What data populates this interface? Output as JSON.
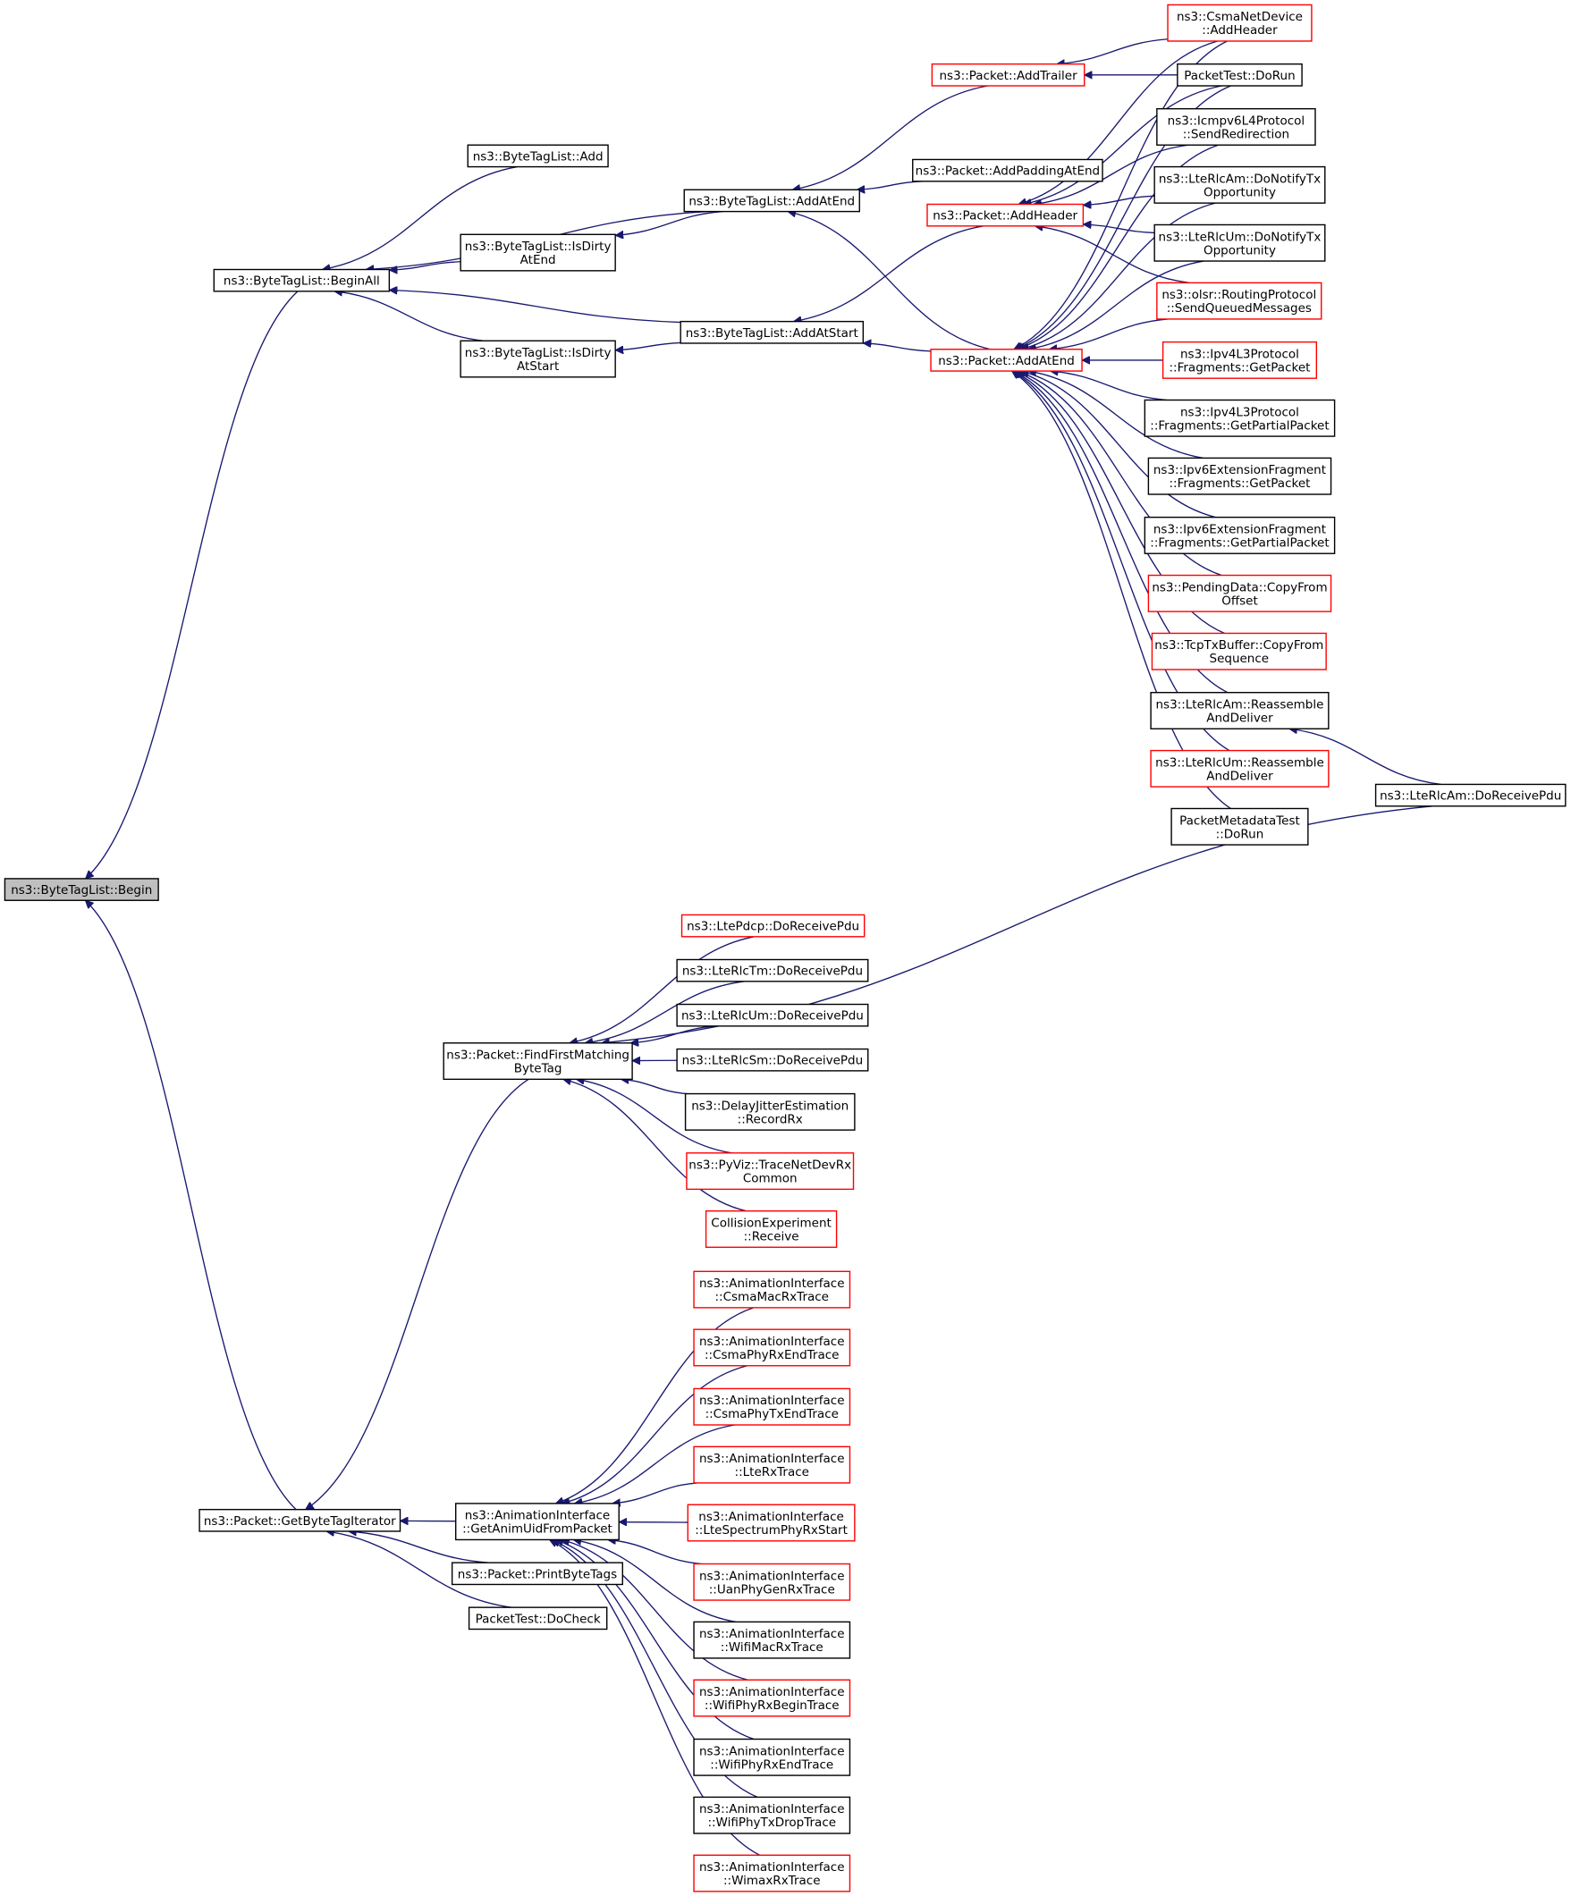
{
  "colors": {
    "edge": "#191970",
    "node_border_default": "#000000",
    "node_border_truncated": "#ff0000",
    "node_fill_focus": "#bfbfbf",
    "node_fill": "#ffffff"
  },
  "nodes": [
    {
      "id": "begin",
      "lines": [
        "ns3::ByteTagList::Begin"
      ],
      "style": "focus"
    },
    {
      "id": "beginall",
      "lines": [
        "ns3::ByteTagList::BeginAll"
      ],
      "style": "black"
    },
    {
      "id": "btl_add",
      "lines": [
        "ns3::ByteTagList::Add"
      ],
      "style": "black"
    },
    {
      "id": "isdirty_end",
      "lines": [
        "ns3::ByteTagList::IsDirty",
        "AtEnd"
      ],
      "style": "black"
    },
    {
      "id": "isdirty_start",
      "lines": [
        "ns3::ByteTagList::IsDirty",
        "AtStart"
      ],
      "style": "black"
    },
    {
      "id": "btl_addatend",
      "lines": [
        "ns3::ByteTagList::AddAtEnd"
      ],
      "style": "black"
    },
    {
      "id": "btl_addatstart",
      "lines": [
        "ns3::ByteTagList::AddAtStart"
      ],
      "style": "black"
    },
    {
      "id": "pkt_addtrailer",
      "lines": [
        "ns3::Packet::AddTrailer"
      ],
      "style": "red"
    },
    {
      "id": "pkt_addpadding",
      "lines": [
        "ns3::Packet::AddPaddingAtEnd"
      ],
      "style": "black"
    },
    {
      "id": "pkt_addheader",
      "lines": [
        "ns3::Packet::AddHeader"
      ],
      "style": "red"
    },
    {
      "id": "pkt_addatend",
      "lines": [
        "ns3::Packet::AddAtEnd"
      ],
      "style": "red"
    },
    {
      "id": "csma_addheader",
      "lines": [
        "ns3::CsmaNetDevice",
        "::AddHeader"
      ],
      "style": "red"
    },
    {
      "id": "packettest_dorun",
      "lines": [
        "PacketTest::DoRun"
      ],
      "style": "black"
    },
    {
      "id": "icmpv6",
      "lines": [
        "ns3::Icmpv6L4Protocol",
        "::SendRedirection"
      ],
      "style": "black"
    },
    {
      "id": "lterlcam_notify",
      "lines": [
        "ns3::LteRlcAm::DoNotifyTx",
        "Opportunity"
      ],
      "style": "black"
    },
    {
      "id": "lterlcum_notify",
      "lines": [
        "ns3::LteRlcUm::DoNotifyTx",
        "Opportunity"
      ],
      "style": "black"
    },
    {
      "id": "olsr",
      "lines": [
        "ns3::olsr::RoutingProtocol",
        "::SendQueuedMessages"
      ],
      "style": "red"
    },
    {
      "id": "ipv4_getpacket",
      "lines": [
        "ns3::Ipv4L3Protocol",
        "::Fragments::GetPacket"
      ],
      "style": "red"
    },
    {
      "id": "ipv4_getpartial",
      "lines": [
        "ns3::Ipv4L3Protocol",
        "::Fragments::GetPartialPacket"
      ],
      "style": "black"
    },
    {
      "id": "ipv6_getpacket",
      "lines": [
        "ns3::Ipv6ExtensionFragment",
        "::Fragments::GetPacket"
      ],
      "style": "black"
    },
    {
      "id": "ipv6_getpartial",
      "lines": [
        "ns3::Ipv6ExtensionFragment",
        "::Fragments::GetPartialPacket"
      ],
      "style": "black"
    },
    {
      "id": "pendingdata",
      "lines": [
        "ns3::PendingData::CopyFrom",
        "Offset"
      ],
      "style": "red"
    },
    {
      "id": "tcptxbuffer",
      "lines": [
        "ns3::TcpTxBuffer::CopyFrom",
        "Sequence"
      ],
      "style": "red"
    },
    {
      "id": "lterlcam_reasm",
      "lines": [
        "ns3::LteRlcAm::Reassemble",
        "AndDeliver"
      ],
      "style": "black"
    },
    {
      "id": "lterlcum_reasm",
      "lines": [
        "ns3::LteRlcUm::Reassemble",
        "AndDeliver"
      ],
      "style": "red"
    },
    {
      "id": "pktmeta_dorun",
      "lines": [
        "PacketMetadataTest",
        "::DoRun"
      ],
      "style": "black"
    },
    {
      "id": "lterlcam_dorecv",
      "lines": [
        "ns3::LteRlcAm::DoReceivePdu"
      ],
      "style": "black"
    },
    {
      "id": "findfirst",
      "lines": [
        "ns3::Packet::FindFirstMatching",
        "ByteTag"
      ],
      "style": "black"
    },
    {
      "id": "ltepdcp",
      "lines": [
        "ns3::LtePdcp::DoReceivePdu"
      ],
      "style": "red"
    },
    {
      "id": "lterlctm",
      "lines": [
        "ns3::LteRlcTm::DoReceivePdu"
      ],
      "style": "black"
    },
    {
      "id": "lterlcum_dorecv",
      "lines": [
        "ns3::LteRlcUm::DoReceivePdu"
      ],
      "style": "black"
    },
    {
      "id": "lterlcsm",
      "lines": [
        "ns3::LteRlcSm::DoReceivePdu"
      ],
      "style": "black"
    },
    {
      "id": "delayjitter",
      "lines": [
        "ns3::DelayJitterEstimation",
        "::RecordRx"
      ],
      "style": "black"
    },
    {
      "id": "pyviz",
      "lines": [
        "ns3::PyViz::TraceNetDevRx",
        "Common"
      ],
      "style": "red"
    },
    {
      "id": "collision",
      "lines": [
        "CollisionExperiment",
        "::Receive"
      ],
      "style": "red"
    },
    {
      "id": "getbytetagit",
      "lines": [
        "ns3::Packet::GetByteTagIterator"
      ],
      "style": "black"
    },
    {
      "id": "getanimuid",
      "lines": [
        "ns3::AnimationInterface",
        "::GetAnimUidFromPacket"
      ],
      "style": "black"
    },
    {
      "id": "printbytetags",
      "lines": [
        "ns3::Packet::PrintByteTags"
      ],
      "style": "black"
    },
    {
      "id": "packettest_docheck",
      "lines": [
        "PacketTest::DoCheck"
      ],
      "style": "black"
    },
    {
      "id": "ai_csmamacrx",
      "lines": [
        "ns3::AnimationInterface",
        "::CsmaMacRxTrace"
      ],
      "style": "red"
    },
    {
      "id": "ai_csmaphyrxend",
      "lines": [
        "ns3::AnimationInterface",
        "::CsmaPhyRxEndTrace"
      ],
      "style": "red"
    },
    {
      "id": "ai_csmaphytxend",
      "lines": [
        "ns3::AnimationInterface",
        "::CsmaPhyTxEndTrace"
      ],
      "style": "red"
    },
    {
      "id": "ai_lterx",
      "lines": [
        "ns3::AnimationInterface",
        "::LteRxTrace"
      ],
      "style": "red"
    },
    {
      "id": "ai_ltespectrum",
      "lines": [
        "ns3::AnimationInterface",
        "::LteSpectrumPhyRxStart"
      ],
      "style": "red"
    },
    {
      "id": "ai_uanphy",
      "lines": [
        "ns3::AnimationInterface",
        "::UanPhyGenRxTrace"
      ],
      "style": "red"
    },
    {
      "id": "ai_wifimacrx",
      "lines": [
        "ns3::AnimationInterface",
        "::WifiMacRxTrace"
      ],
      "style": "black"
    },
    {
      "id": "ai_wifiphyrxbegin",
      "lines": [
        "ns3::AnimationInterface",
        "::WifiPhyRxBeginTrace"
      ],
      "style": "red"
    },
    {
      "id": "ai_wifiphyrxend",
      "lines": [
        "ns3::AnimationInterface",
        "::WifiPhyRxEndTrace"
      ],
      "style": "black"
    },
    {
      "id": "ai_wifiphytxdrop",
      "lines": [
        "ns3::AnimationInterface",
        "::WifiPhyTxDropTrace"
      ],
      "style": "black"
    },
    {
      "id": "ai_wimaxrx",
      "lines": [
        "ns3::AnimationInterface",
        "::WimaxRxTrace"
      ],
      "style": "red"
    }
  ],
  "edges": [
    [
      "beginall",
      "begin"
    ],
    [
      "getbytetagit",
      "begin"
    ],
    [
      "btl_add",
      "beginall"
    ],
    [
      "btl_addatend",
      "beginall"
    ],
    [
      "isdirty_end",
      "beginall"
    ],
    [
      "btl_addatstart",
      "beginall"
    ],
    [
      "isdirty_start",
      "beginall"
    ],
    [
      "btl_addatend",
      "isdirty_end"
    ],
    [
      "btl_addatstart",
      "isdirty_start"
    ],
    [
      "pkt_addtrailer",
      "btl_addatend"
    ],
    [
      "pkt_addpadding",
      "btl_addatend"
    ],
    [
      "pkt_addatend",
      "btl_addatend"
    ],
    [
      "pkt_addheader",
      "btl_addatstart"
    ],
    [
      "pkt_addatend",
      "btl_addatstart"
    ],
    [
      "csma_addheader",
      "pkt_addtrailer"
    ],
    [
      "packettest_dorun",
      "pkt_addtrailer"
    ],
    [
      "csma_addheader",
      "pkt_addheader"
    ],
    [
      "packettest_dorun",
      "pkt_addheader"
    ],
    [
      "icmpv6",
      "pkt_addheader"
    ],
    [
      "lterlcam_notify",
      "pkt_addheader"
    ],
    [
      "lterlcum_notify",
      "pkt_addheader"
    ],
    [
      "olsr",
      "pkt_addheader"
    ],
    [
      "csma_addheader",
      "pkt_addatend"
    ],
    [
      "packettest_dorun",
      "pkt_addatend"
    ],
    [
      "icmpv6",
      "pkt_addatend"
    ],
    [
      "lterlcam_notify",
      "pkt_addatend"
    ],
    [
      "lterlcum_notify",
      "pkt_addatend"
    ],
    [
      "olsr",
      "pkt_addatend"
    ],
    [
      "ipv4_getpacket",
      "pkt_addatend"
    ],
    [
      "ipv4_getpartial",
      "pkt_addatend"
    ],
    [
      "ipv6_getpacket",
      "pkt_addatend"
    ],
    [
      "ipv6_getpartial",
      "pkt_addatend"
    ],
    [
      "pendingdata",
      "pkt_addatend"
    ],
    [
      "tcptxbuffer",
      "pkt_addatend"
    ],
    [
      "lterlcam_reasm",
      "pkt_addatend"
    ],
    [
      "lterlcum_reasm",
      "pkt_addatend"
    ],
    [
      "pktmeta_dorun",
      "pkt_addatend"
    ],
    [
      "lterlcam_dorecv",
      "lterlcam_reasm"
    ],
    [
      "lterlcam_dorecv",
      "findfirst"
    ],
    [
      "ltepdcp",
      "findfirst"
    ],
    [
      "lterlctm",
      "findfirst"
    ],
    [
      "lterlcum_dorecv",
      "findfirst"
    ],
    [
      "lterlcsm",
      "findfirst"
    ],
    [
      "delayjitter",
      "findfirst"
    ],
    [
      "pyviz",
      "findfirst"
    ],
    [
      "collision",
      "findfirst"
    ],
    [
      "findfirst",
      "getbytetagit"
    ],
    [
      "getanimuid",
      "getbytetagit"
    ],
    [
      "printbytetags",
      "getbytetagit"
    ],
    [
      "packettest_docheck",
      "getbytetagit"
    ],
    [
      "ai_csmamacrx",
      "getanimuid"
    ],
    [
      "ai_csmaphyrxend",
      "getanimuid"
    ],
    [
      "ai_csmaphytxend",
      "getanimuid"
    ],
    [
      "ai_lterx",
      "getanimuid"
    ],
    [
      "ai_ltespectrum",
      "getanimuid"
    ],
    [
      "ai_uanphy",
      "getanimuid"
    ],
    [
      "ai_wifimacrx",
      "getanimuid"
    ],
    [
      "ai_wifiphyrxbegin",
      "getanimuid"
    ],
    [
      "ai_wifiphyrxend",
      "getanimuid"
    ],
    [
      "ai_wifiphytxdrop",
      "getanimuid"
    ],
    [
      "ai_wimaxrx",
      "getanimuid"
    ]
  ]
}
